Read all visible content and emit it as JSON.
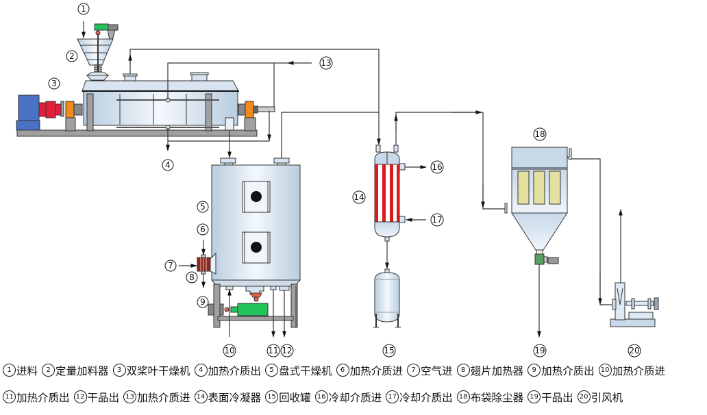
{
  "title": "Dryer process flow diagram",
  "callouts": {
    "c1": "1",
    "c2": "2",
    "c3": "3",
    "c4": "4",
    "c5": "5",
    "c6": "6",
    "c7": "7",
    "c8": "8",
    "c9": "9",
    "c10": "10",
    "c11": "11",
    "c12": "12",
    "c13": "13",
    "c14": "14",
    "c15": "15",
    "c16": "16",
    "c17": "17",
    "c18": "18",
    "c19": "19",
    "c20": "20"
  },
  "legend": {
    "row1": [
      {
        "num": "1",
        "label": "进料"
      },
      {
        "num": "2",
        "label": "定量加料器"
      },
      {
        "num": "3",
        "label": "双桨叶干燥机"
      },
      {
        "num": "4",
        "label": "加热介质出"
      },
      {
        "num": "5",
        "label": "盘式干燥机"
      },
      {
        "num": "6",
        "label": "加热介质进"
      },
      {
        "num": "7",
        "label": "空气进"
      },
      {
        "num": "8",
        "label": "翅片加热器"
      },
      {
        "num": "9",
        "label": "加热介质出"
      },
      {
        "num": "10",
        "label": "加热介质进"
      }
    ],
    "row2": [
      {
        "num": "11",
        "label": "加热介质出"
      },
      {
        "num": "12",
        "label": "干品出"
      },
      {
        "num": "13",
        "label": "加热介质进"
      },
      {
        "num": "14",
        "label": "表面冷凝器"
      },
      {
        "num": "15",
        "label": "回收罐"
      },
      {
        "num": "16",
        "label": "冷却介质进"
      },
      {
        "num": "17",
        "label": "冷却介质出"
      },
      {
        "num": "18",
        "label": "布袋除尘器"
      },
      {
        "num": "19",
        "label": "干品出"
      },
      {
        "num": "20",
        "label": "引风机"
      }
    ]
  },
  "colors": {
    "vessel": "#dce8f3",
    "motor_blue": "#4a72c4",
    "coupling_red": "#e0203a",
    "bearing_orange": "#f08a1c",
    "frame_gray": "#a0a0a0",
    "motor_green": "#22c45a",
    "valve_red": "#e8604a",
    "tube_red": "#dd1a1a",
    "filter_bag": "#e4e0a0",
    "heater_brown": "#8a2a22",
    "valve_green": "#5aa060"
  }
}
